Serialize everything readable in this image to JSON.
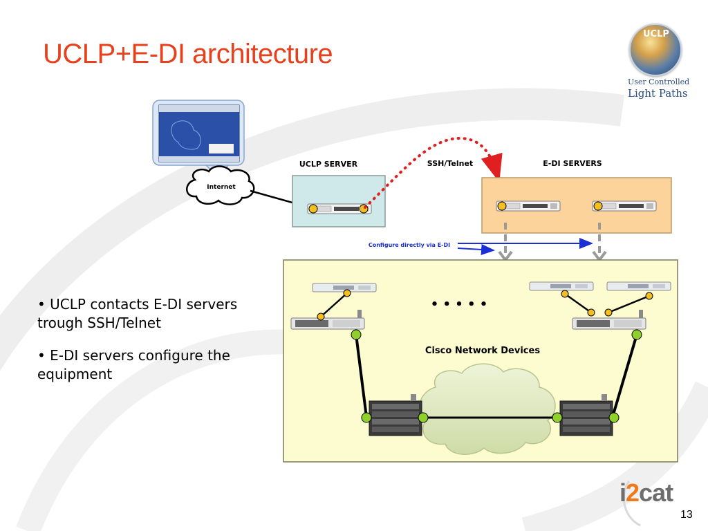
{
  "slide": {
    "title": "UCLP+E-DI architecture",
    "page_number": "13"
  },
  "logo_uclp": {
    "badge": "UCLP",
    "line1": "User Controlled",
    "line2": "Light Paths"
  },
  "logo_i2cat": {
    "prefix": "i",
    "digit": "2",
    "suffix": "cat"
  },
  "bullets": [
    "• UCLP contacts E-DI servers trough SSH/Telnet",
    "• E-DI servers configure the equipment"
  ],
  "diagram": {
    "internet_label": "Internet",
    "uclp_server_label": "UCLP  SERVER",
    "ssh_label": "SSH/Telnet",
    "edi_servers_label": "E-DI  SERVERS",
    "configure_label": "Configure directly via E-DI",
    "ellipsis": "• • • • •",
    "cisco_label": "Cisco Network Devices"
  },
  "colors": {
    "title": "#e8401c",
    "uclp_box": "#cfe9ea",
    "edi_box": "#fbd39b",
    "cisco_box": "#fdfbd0",
    "ssh_dots": "#e02020",
    "arrow_blue": "#1a2fd6",
    "node_yellow": "#f4c020",
    "node_green": "#8fd12a"
  },
  "icons": [
    "monitor-icon",
    "cloud-icon",
    "rack-server-icon",
    "switch-icon",
    "router-chassis-icon"
  ]
}
